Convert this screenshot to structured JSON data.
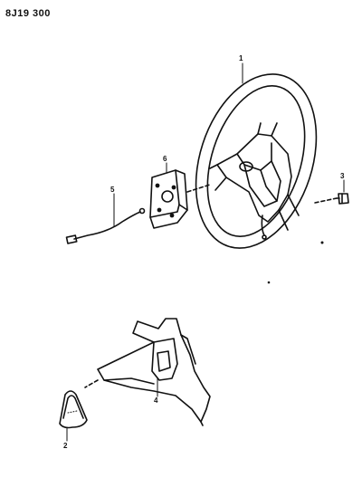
{
  "diagram": {
    "code": "8J19 300",
    "callouts": {
      "c1": "1",
      "c2": "2",
      "c3": "3",
      "c4": "4",
      "c5": "5",
      "c6": "6"
    }
  }
}
